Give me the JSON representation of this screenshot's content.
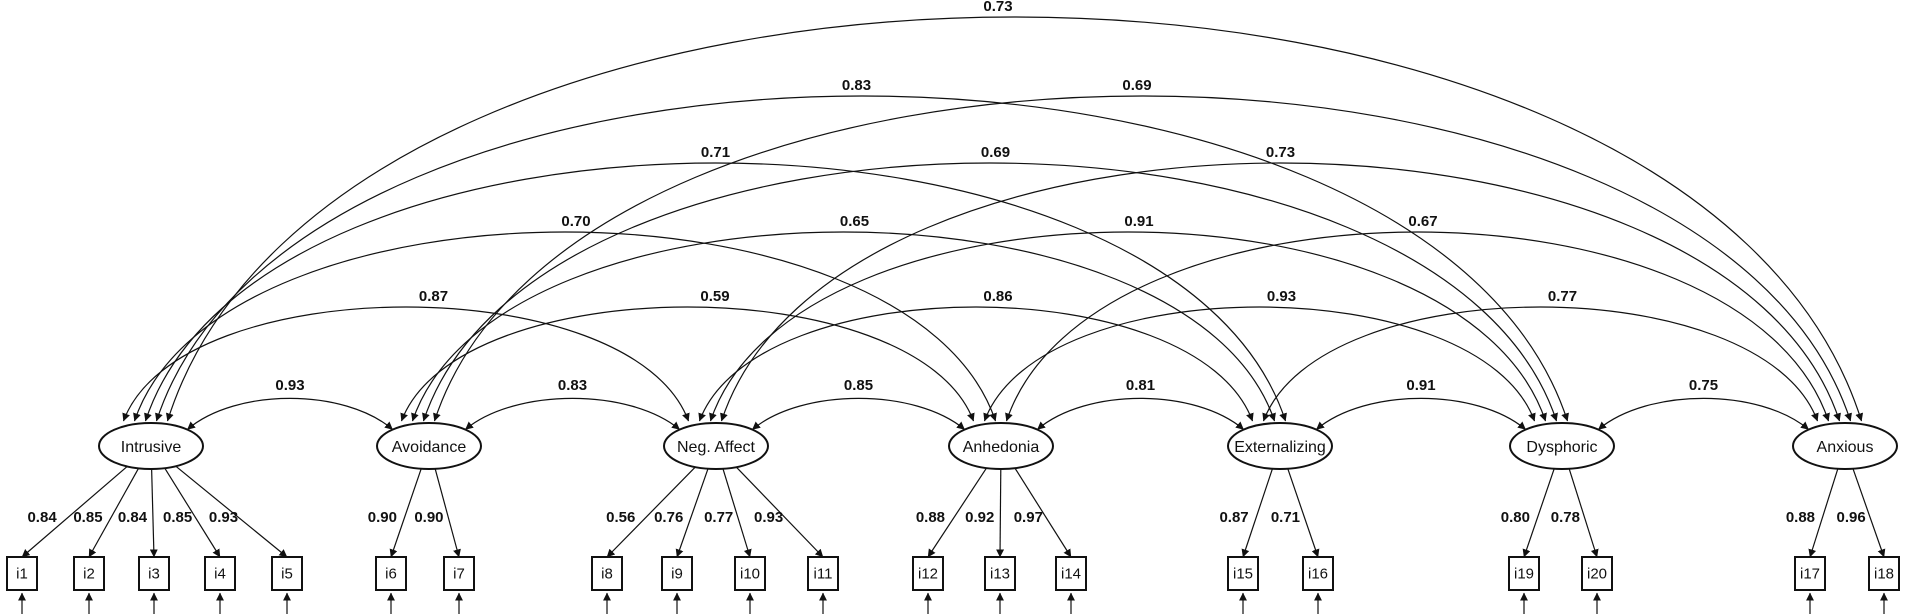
{
  "factors": [
    {
      "id": "intrusive",
      "label": "Intrusive"
    },
    {
      "id": "avoidance",
      "label": "Avoidance"
    },
    {
      "id": "negaffect",
      "label": "Neg. Affect"
    },
    {
      "id": "anhedonia",
      "label": "Anhedonia"
    },
    {
      "id": "externalizing",
      "label": "Externalizing"
    },
    {
      "id": "dysphoric",
      "label": "Dysphoric"
    },
    {
      "id": "anxious",
      "label": "Anxious"
    }
  ],
  "items": [
    {
      "id": "i1",
      "label": "i1",
      "factor": "intrusive",
      "loading": "0.84"
    },
    {
      "id": "i2",
      "label": "i2",
      "factor": "intrusive",
      "loading": "0.85"
    },
    {
      "id": "i3",
      "label": "i3",
      "factor": "intrusive",
      "loading": "0.84"
    },
    {
      "id": "i4",
      "label": "i4",
      "factor": "intrusive",
      "loading": "0.85"
    },
    {
      "id": "i5",
      "label": "i5",
      "factor": "intrusive",
      "loading": "0.93"
    },
    {
      "id": "i6",
      "label": "i6",
      "factor": "avoidance",
      "loading": "0.90"
    },
    {
      "id": "i7",
      "label": "i7",
      "factor": "avoidance",
      "loading": "0.90"
    },
    {
      "id": "i8",
      "label": "i8",
      "factor": "negaffect",
      "loading": "0.56"
    },
    {
      "id": "i9",
      "label": "i9",
      "factor": "negaffect",
      "loading": "0.76"
    },
    {
      "id": "i10",
      "label": "i10",
      "factor": "negaffect",
      "loading": "0.77"
    },
    {
      "id": "i11",
      "label": "i11",
      "factor": "negaffect",
      "loading": "0.93"
    },
    {
      "id": "i12",
      "label": "i12",
      "factor": "anhedonia",
      "loading": "0.88"
    },
    {
      "id": "i13",
      "label": "i13",
      "factor": "anhedonia",
      "loading": "0.92"
    },
    {
      "id": "i14",
      "label": "i14",
      "factor": "anhedonia",
      "loading": "0.97"
    },
    {
      "id": "i15",
      "label": "i15",
      "factor": "externalizing",
      "loading": "0.87"
    },
    {
      "id": "i16",
      "label": "i16",
      "factor": "externalizing",
      "loading": "0.71"
    },
    {
      "id": "i19",
      "label": "i19",
      "factor": "dysphoric",
      "loading": "0.80"
    },
    {
      "id": "i20",
      "label": "i20",
      "factor": "dysphoric",
      "loading": "0.78"
    },
    {
      "id": "i17",
      "label": "i17",
      "factor": "anxious",
      "loading": "0.88"
    },
    {
      "id": "i18",
      "label": "i18",
      "factor": "anxious",
      "loading": "0.96"
    }
  ],
  "correlations": [
    {
      "from": "intrusive",
      "to": "avoidance",
      "value": "0.93"
    },
    {
      "from": "avoidance",
      "to": "negaffect",
      "value": "0.83"
    },
    {
      "from": "negaffect",
      "to": "anhedonia",
      "value": "0.85"
    },
    {
      "from": "anhedonia",
      "to": "externalizing",
      "value": "0.81"
    },
    {
      "from": "externalizing",
      "to": "dysphoric",
      "value": "0.91"
    },
    {
      "from": "dysphoric",
      "to": "anxious",
      "value": "0.75"
    },
    {
      "from": "intrusive",
      "to": "negaffect",
      "value": "0.87"
    },
    {
      "from": "avoidance",
      "to": "anhedonia",
      "value": "0.59"
    },
    {
      "from": "negaffect",
      "to": "externalizing",
      "value": "0.86"
    },
    {
      "from": "anhedonia",
      "to": "dysphoric",
      "value": "0.93"
    },
    {
      "from": "externalizing",
      "to": "anxious",
      "value": "0.77"
    },
    {
      "from": "intrusive",
      "to": "anhedonia",
      "value": "0.70"
    },
    {
      "from": "avoidance",
      "to": "externalizing",
      "value": "0.65"
    },
    {
      "from": "negaffect",
      "to": "dysphoric",
      "value": "0.91"
    },
    {
      "from": "anhedonia",
      "to": "anxious",
      "value": "0.67"
    },
    {
      "from": "intrusive",
      "to": "externalizing",
      "value": "0.71"
    },
    {
      "from": "avoidance",
      "to": "dysphoric",
      "value": "0.69"
    },
    {
      "from": "negaffect",
      "to": "anxious",
      "value": "0.73"
    },
    {
      "from": "intrusive",
      "to": "dysphoric",
      "value": "0.83"
    },
    {
      "from": "avoidance",
      "to": "anxious",
      "value": "0.69"
    },
    {
      "from": "intrusive",
      "to": "anxious",
      "value": "0.73"
    }
  ]
}
